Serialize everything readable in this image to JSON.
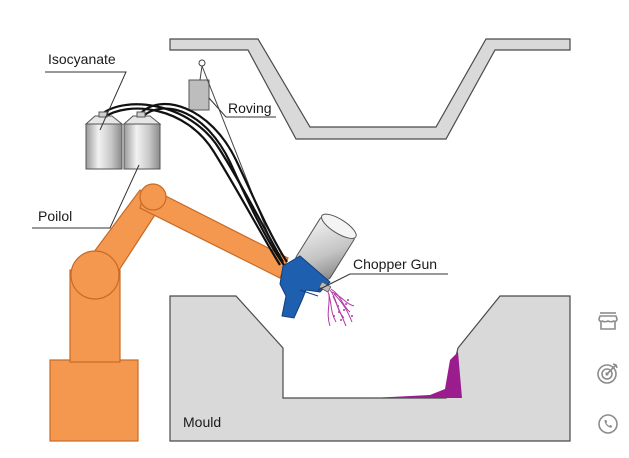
{
  "labels": {
    "isocyanate": "Isocyanate",
    "roving": "Roving",
    "poilol": "Poilol",
    "chopper_gun": "Chopper Gun",
    "mould": "Mould"
  },
  "sidebar": {
    "items": [
      {
        "icon": "storefront-icon"
      },
      {
        "icon": "target-icon"
      },
      {
        "icon": "phone-icon"
      }
    ]
  },
  "colors": {
    "robot_arm": "#f4984f",
    "robot_outline": "#c66a26",
    "mould_fill": "#d9d9d9",
    "gun_body": "#1f5fb0",
    "spray": "#b03aa8",
    "resin": "#9b1c8c",
    "icon_gray": "#8c8c8c"
  }
}
